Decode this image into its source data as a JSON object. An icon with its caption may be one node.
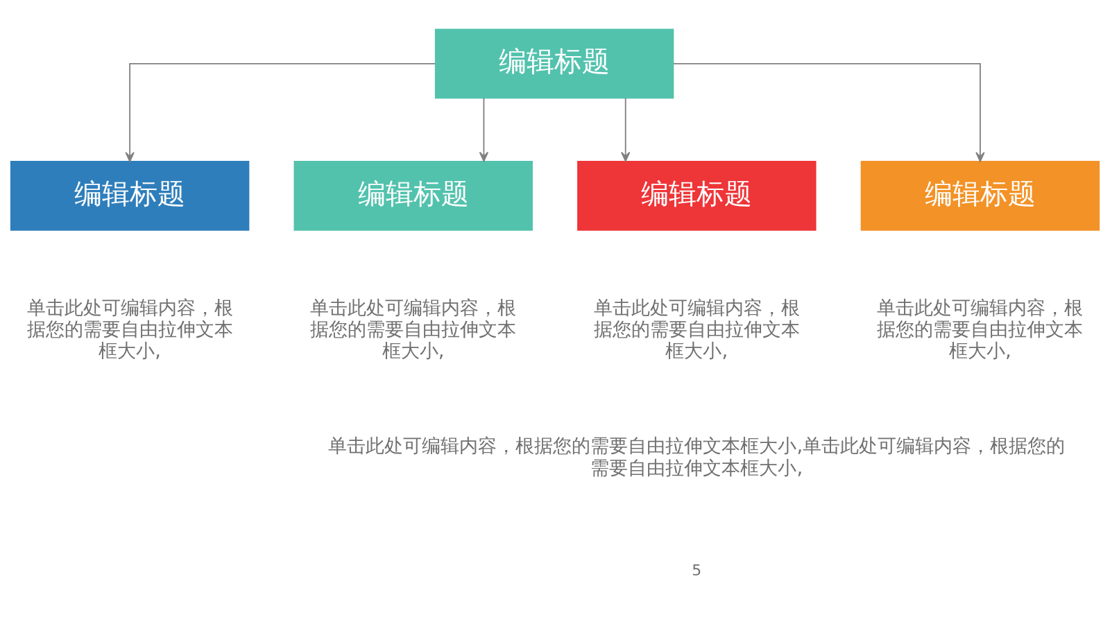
{
  "diagram": {
    "nodes": [
      {
        "text": [
          "编辑标题"
        ]
      },
      {
        "text": [
          "编辑标题"
        ],
        "beside": [
          "单击此处可编辑内容，根据您的需要自由拉伸文本框大小,"
        ]
      },
      {
        "text": [
          "编辑标题"
        ],
        "beside": [
          "单击此处可编辑内容，根据您的需要自由拉伸文本框大小,"
        ]
      },
      {
        "text": [
          "编辑标题"
        ],
        "beside": [
          "单击此处可编辑内容，根据您的需要自由拉伸文本框大小,"
        ]
      },
      {
        "text": [
          "编辑标题"
        ],
        "beside": [
          "单击此处可编辑内容，根据您的需要自由拉伸文本框大小,"
        ]
      }
    ],
    "edges": [
      {
        "from": 0,
        "to": 1,
        "arrow": "to"
      },
      {
        "from": 0,
        "to": 2,
        "arrow": "to"
      },
      {
        "from": 0,
        "to": 3,
        "arrow": "to"
      },
      {
        "from": 0,
        "to": 4,
        "arrow": "to"
      }
    ],
    "labels": [
      "单击此处可编辑内容，根据您的需要自由拉伸文本框大小,单击此处可编辑内容，根据您的需要自由拉伸文本框大小,",
      "5"
    ]
  }
}
